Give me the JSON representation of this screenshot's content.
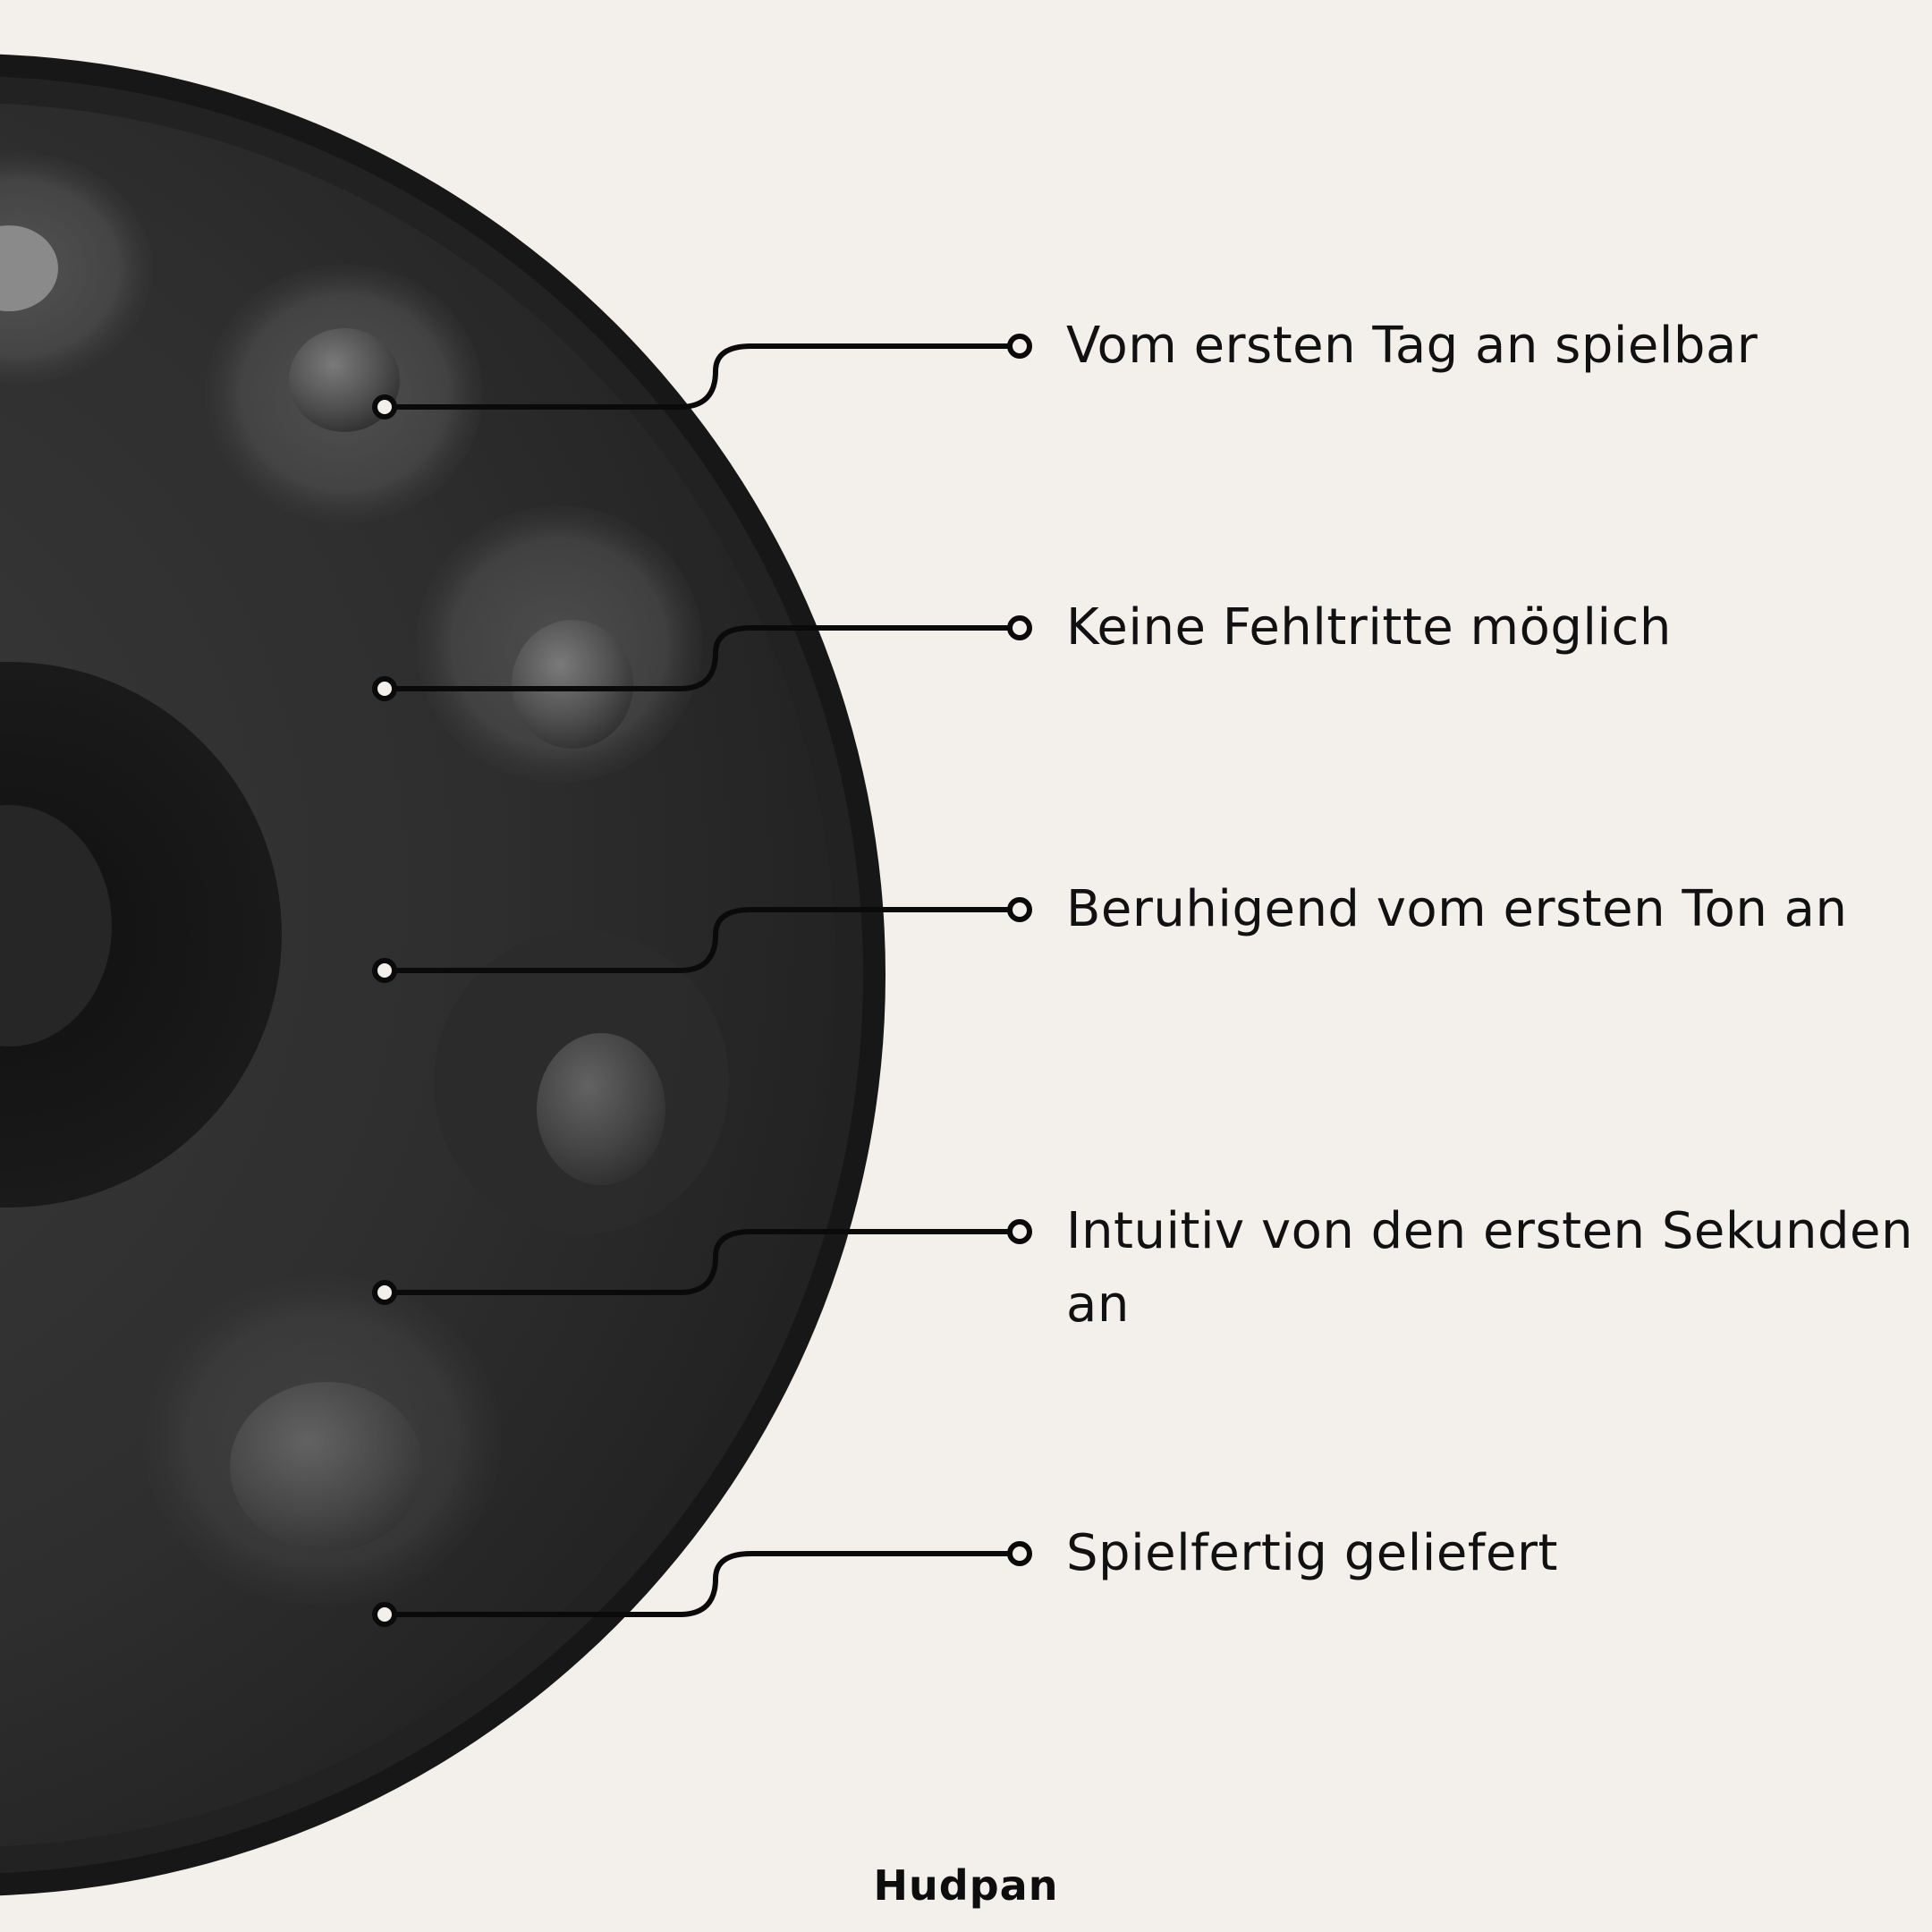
{
  "brand": {
    "name": "Hudpan"
  },
  "features": [
    {
      "text": "Vom ersten Tag an spielbar"
    },
    {
      "text": "Keine Fehltritte möglich"
    },
    {
      "text": "Beruhigend vom ersten Ton an"
    },
    {
      "text": "Intuitiv von den ersten Sekunden an"
    },
    {
      "text": "Spielfertig geliefert"
    }
  ],
  "colors": {
    "background": "#f3efeb",
    "drum_body": "#2d2d2d",
    "drum_rim": "#161616",
    "callout_line": "#0a0a0a",
    "text": "#111111"
  },
  "icons": {
    "callout_marker": "ring-dot-icon"
  }
}
